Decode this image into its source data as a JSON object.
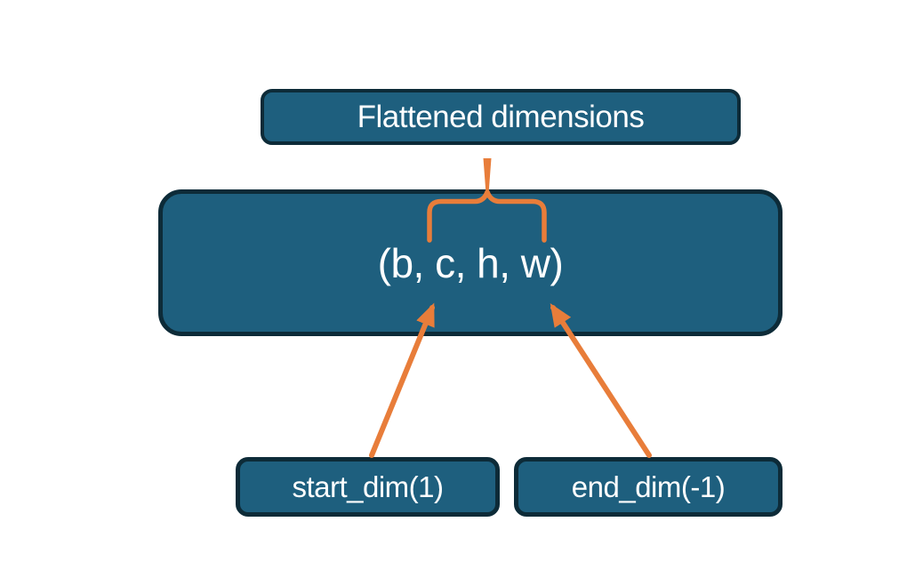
{
  "diagram": {
    "title_box": {
      "label": "Flattened dimensions"
    },
    "main_box": {
      "label": "(b, c, h, w)"
    },
    "start_dim_box": {
      "label": "start_dim(1)"
    },
    "end_dim_box": {
      "label": "end_dim(-1)"
    },
    "icons": [
      {
        "name": "brace-icon",
        "meaning": "curly brace grouping the flattened c,h,w dimensions"
      },
      {
        "name": "arrow-icon",
        "meaning": "arrows from start_dim(1) and end_dim(-1) to dimensions c and w"
      }
    ],
    "colors": {
      "box_fill": "#1E5F7E",
      "box_border": "#0D2B38",
      "accent_orange": "#E87D3A",
      "text": "#FFFFFF",
      "background": "#FFFFFF"
    }
  }
}
